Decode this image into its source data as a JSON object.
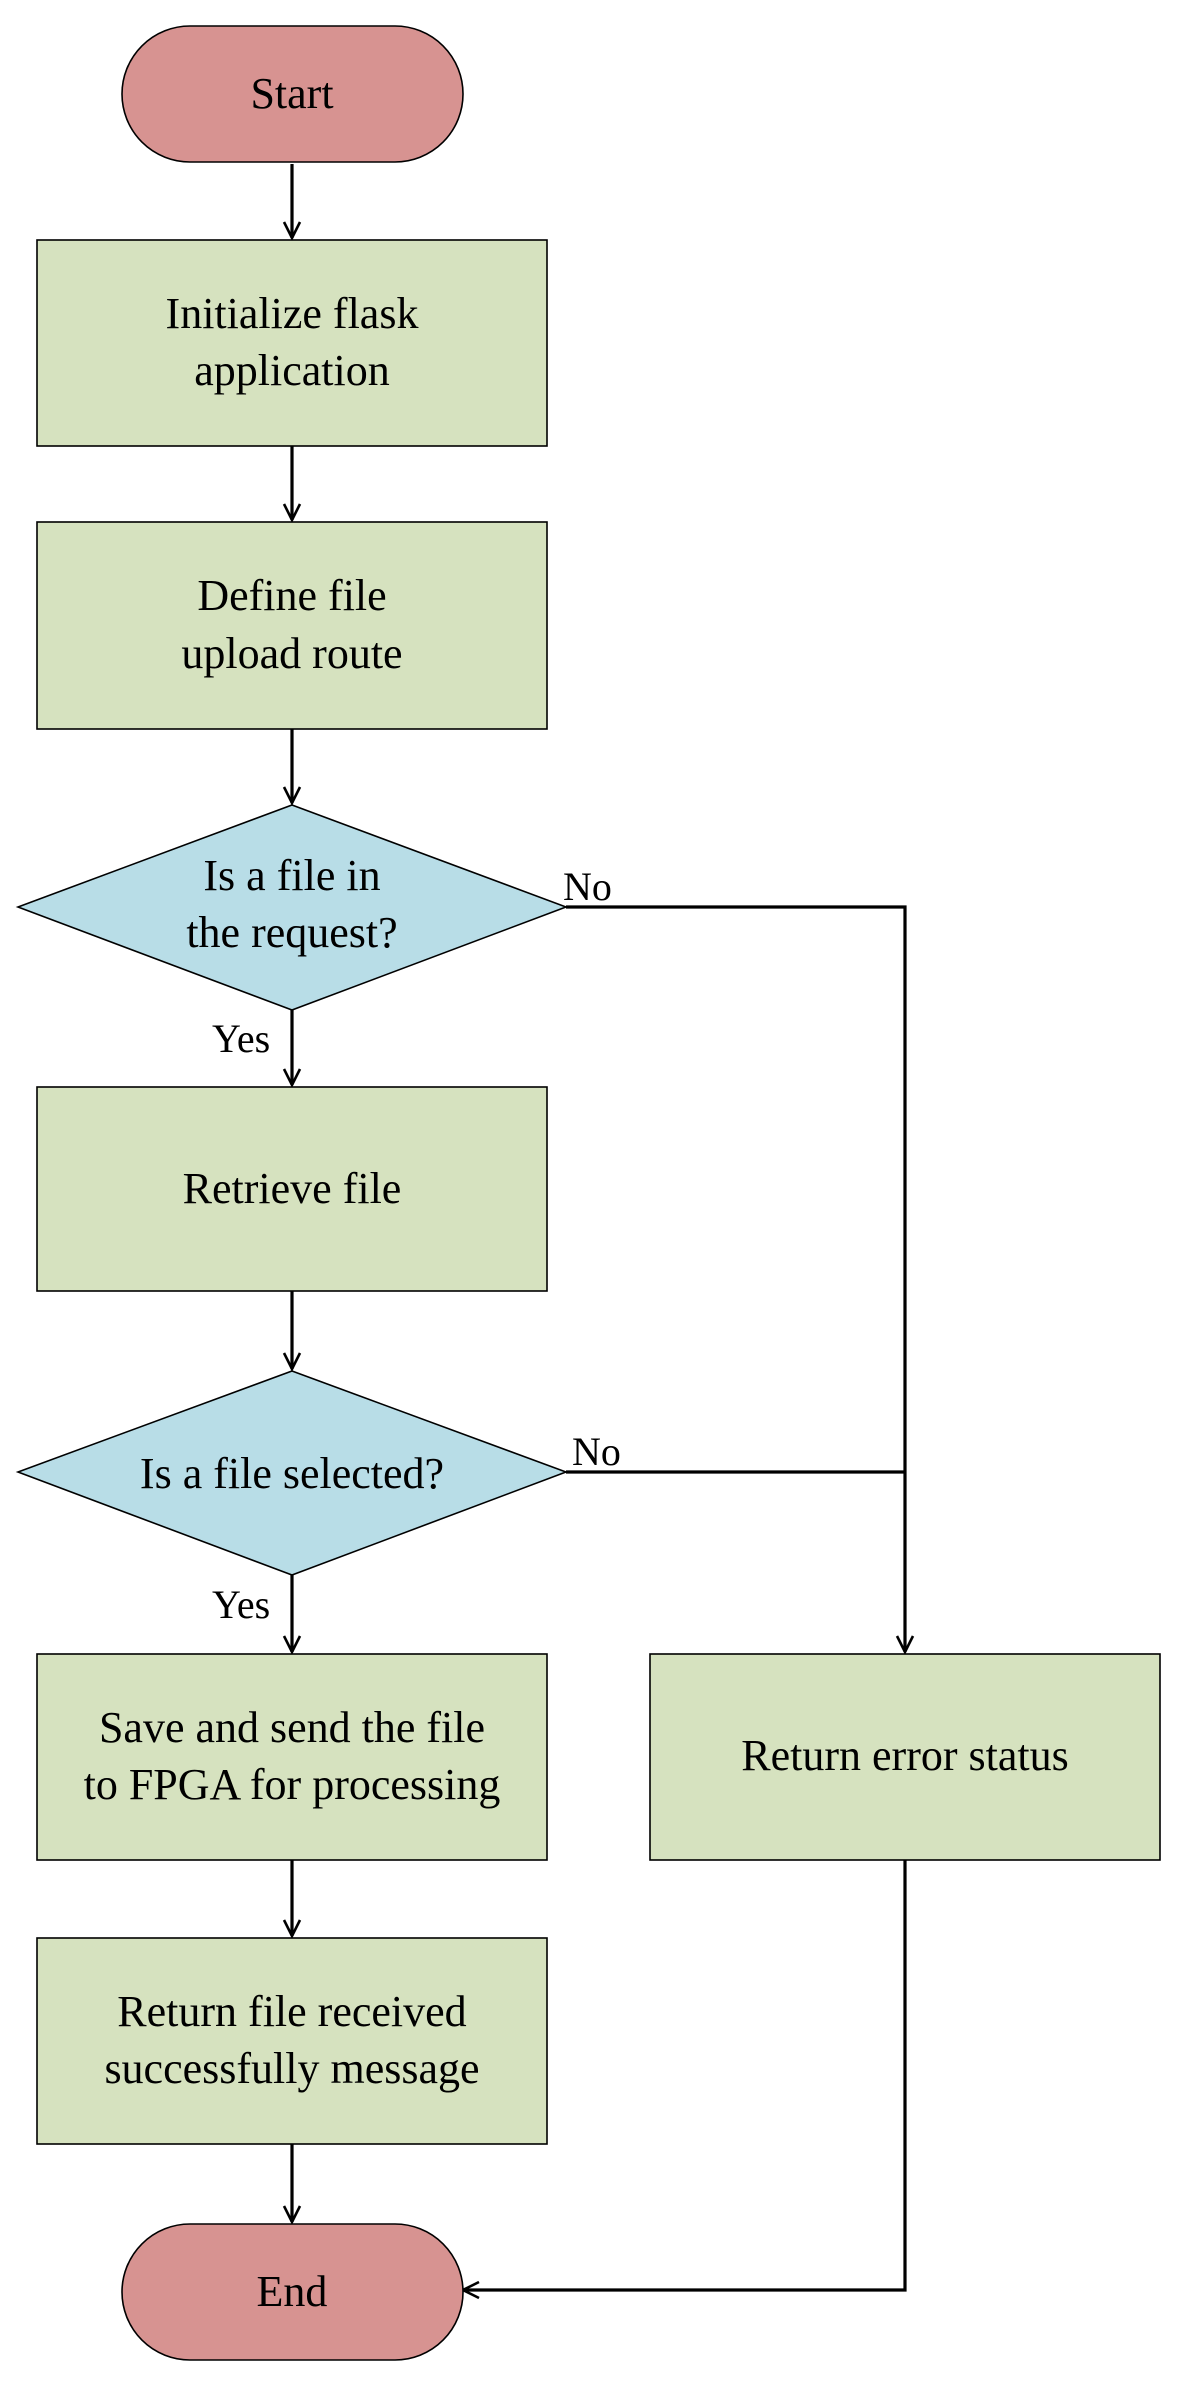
{
  "colors": {
    "terminal_fill": "#d79391",
    "process_fill": "#d6e2bf",
    "decision_fill": "#b8dde7",
    "stroke": "#000000"
  },
  "nodes": {
    "start": {
      "lines": [
        "Start"
      ]
    },
    "init": {
      "lines": [
        "Initialize flask",
        "application"
      ]
    },
    "route": {
      "lines": [
        "Define file",
        "upload route"
      ]
    },
    "check_request": {
      "lines": [
        "Is a file in",
        "the request?"
      ]
    },
    "retrieve": {
      "lines": [
        "Retrieve file"
      ]
    },
    "check_selected": {
      "lines": [
        "Is a file selected?"
      ]
    },
    "save_send": {
      "lines": [
        "Save and send the file",
        "to FPGA for processing"
      ]
    },
    "success_msg": {
      "lines": [
        "Return file received",
        "successfully message"
      ]
    },
    "error": {
      "lines": [
        "Return error status"
      ]
    },
    "end": {
      "lines": [
        "End"
      ]
    }
  },
  "edge_labels": {
    "request_yes": "Yes",
    "request_no": "No",
    "selected_yes": "Yes",
    "selected_no": "No"
  }
}
